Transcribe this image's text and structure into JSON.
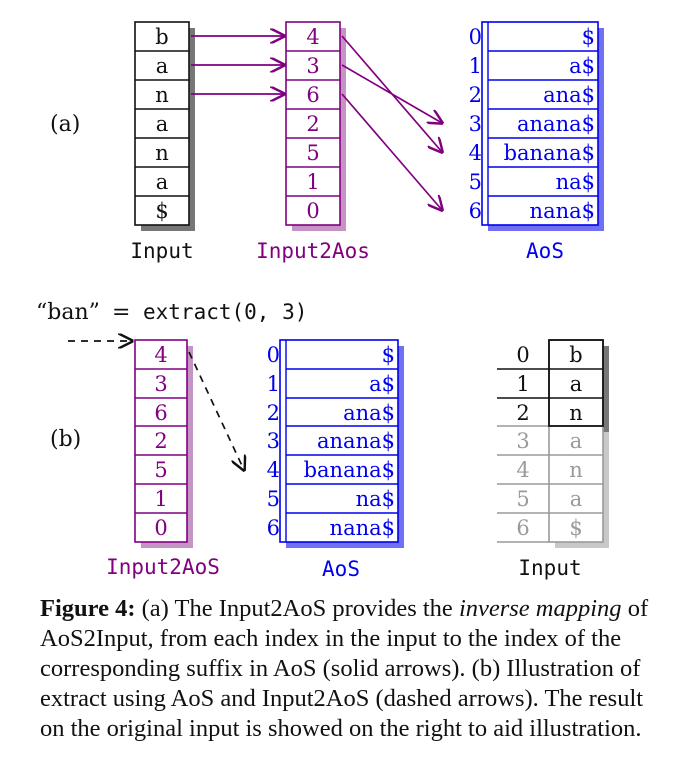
{
  "colors": {
    "black": "#111111",
    "purple": "#800080",
    "blue": "#0000ee",
    "gray": "#9a9a9a",
    "shadow_black": "#777777",
    "shadow_purple": "#c594c5",
    "shadow_blue": "#7070f2",
    "shadow_gray": "#c8c8c8"
  },
  "part_a": {
    "label": "(a)",
    "input": {
      "cells": [
        "b",
        "a",
        "n",
        "a",
        "n",
        "a",
        "$"
      ],
      "caption": "Input"
    },
    "input2aos": {
      "cells": [
        "4",
        "3",
        "6",
        "2",
        "5",
        "1",
        "0"
      ],
      "caption": "Input2Aos"
    },
    "aos": {
      "indices": [
        "0",
        "1",
        "2",
        "3",
        "4",
        "5",
        "6"
      ],
      "suffixes": [
        "$",
        "a$",
        "ana$",
        "anana$",
        "banana$",
        "na$",
        "nana$"
      ],
      "caption": "AoS"
    }
  },
  "part_b": {
    "label": "(b)",
    "query_quoted": "“ban”",
    "query_equals": "=",
    "query_call": "extract(0, 3)",
    "input2aos": {
      "cells": [
        "4",
        "3",
        "6",
        "2",
        "5",
        "1",
        "0"
      ],
      "caption": "Input2AoS"
    },
    "aos": {
      "indices": [
        "0",
        "1",
        "2",
        "3",
        "4",
        "5",
        "6"
      ],
      "suffixes": [
        "$",
        "a$",
        "ana$",
        "anana$",
        "banana$",
        "na$",
        "nana$"
      ],
      "caption": "AoS"
    },
    "input": {
      "indices": [
        "0",
        "1",
        "2",
        "3",
        "4",
        "5",
        "6"
      ],
      "cells": [
        "b",
        "a",
        "n",
        "a",
        "n",
        "a",
        "$"
      ],
      "highlighted_count": 3,
      "caption": "Input"
    }
  },
  "caption": {
    "label": "Figure 4:",
    "text_1": " (a) The Input2AoS provides the ",
    "emphasis": "inverse mapping",
    "text_2": " of AoS2Input, from each index in the input to the index of the corresponding suffix in AoS (solid arrows). (b) Illustration of extract using AoS and Input2AoS (dashed arrows). The result on the original input is showed on the right to aid illustration."
  }
}
